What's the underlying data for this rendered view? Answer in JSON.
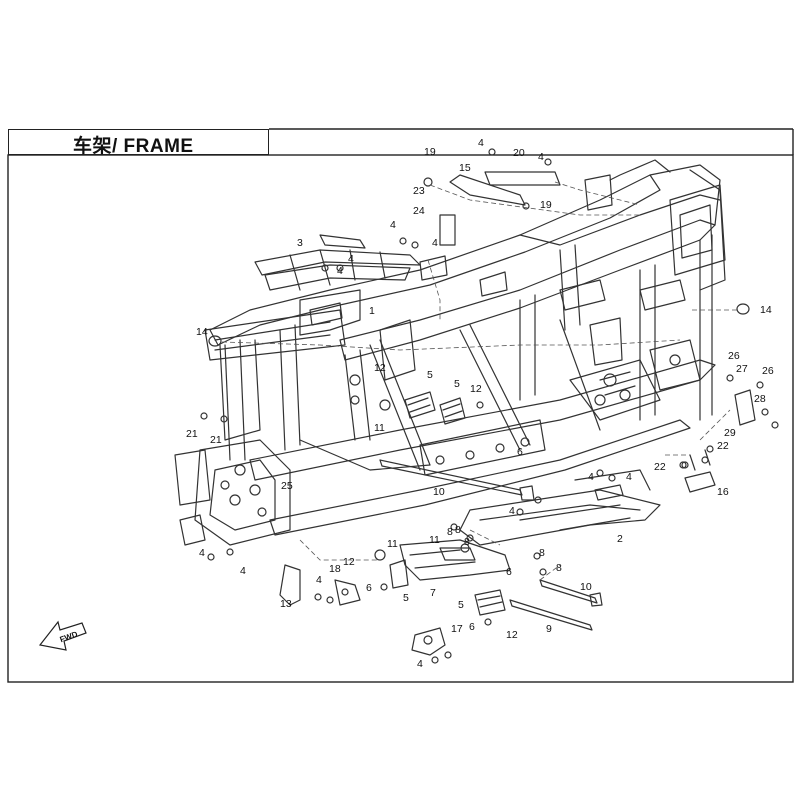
{
  "title": "车架/ FRAME",
  "fwd_label": "FWD",
  "callouts": [
    {
      "id": "c1",
      "label": "1"
    },
    {
      "id": "c2",
      "label": "2"
    },
    {
      "id": "c3",
      "label": "3"
    },
    {
      "id": "c4a",
      "label": "4"
    },
    {
      "id": "c4b",
      "label": "4"
    },
    {
      "id": "c4c",
      "label": "4"
    },
    {
      "id": "c4d",
      "label": "4"
    },
    {
      "id": "c4e",
      "label": "4"
    },
    {
      "id": "c4f",
      "label": "4"
    },
    {
      "id": "c4g",
      "label": "4"
    },
    {
      "id": "c4h",
      "label": "4"
    },
    {
      "id": "c4i",
      "label": "4"
    },
    {
      "id": "c4j",
      "label": "4"
    },
    {
      "id": "c4k",
      "label": "4"
    },
    {
      "id": "c4l",
      "label": "4"
    },
    {
      "id": "c4m",
      "label": "4"
    },
    {
      "id": "c5a",
      "label": "5"
    },
    {
      "id": "c5b",
      "label": "5"
    },
    {
      "id": "c5c",
      "label": "5"
    },
    {
      "id": "c5d",
      "label": "5"
    },
    {
      "id": "c6a",
      "label": "6"
    },
    {
      "id": "c6b",
      "label": "6"
    },
    {
      "id": "c6c",
      "label": "6"
    },
    {
      "id": "c6d",
      "label": "6"
    },
    {
      "id": "c7",
      "label": "7"
    },
    {
      "id": "c8a",
      "label": "8"
    },
    {
      "id": "c8b",
      "label": "8"
    },
    {
      "id": "c8c",
      "label": "8"
    },
    {
      "id": "c8d",
      "label": "8"
    },
    {
      "id": "c8e",
      "label": "8"
    },
    {
      "id": "c9",
      "label": "9"
    },
    {
      "id": "c10a",
      "label": "10"
    },
    {
      "id": "c10b",
      "label": "10"
    },
    {
      "id": "c11a",
      "label": "11"
    },
    {
      "id": "c11b",
      "label": "11"
    },
    {
      "id": "c11c",
      "label": "11"
    },
    {
      "id": "c12a",
      "label": "12"
    },
    {
      "id": "c12b",
      "label": "12"
    },
    {
      "id": "c12c",
      "label": "12"
    },
    {
      "id": "c12d",
      "label": "12"
    },
    {
      "id": "c13",
      "label": "13"
    },
    {
      "id": "c14a",
      "label": "14"
    },
    {
      "id": "c14b",
      "label": "14"
    },
    {
      "id": "c15",
      "label": "15"
    },
    {
      "id": "c16",
      "label": "16"
    },
    {
      "id": "c17",
      "label": "17"
    },
    {
      "id": "c18",
      "label": "18"
    },
    {
      "id": "c19a",
      "label": "19"
    },
    {
      "id": "c19b",
      "label": "19"
    },
    {
      "id": "c20",
      "label": "20"
    },
    {
      "id": "c21a",
      "label": "21"
    },
    {
      "id": "c21b",
      "label": "21"
    },
    {
      "id": "c22a",
      "label": "22"
    },
    {
      "id": "c22b",
      "label": "22"
    },
    {
      "id": "c23",
      "label": "23"
    },
    {
      "id": "c24",
      "label": "24"
    },
    {
      "id": "c25",
      "label": "25"
    },
    {
      "id": "c26a",
      "label": "26"
    },
    {
      "id": "c26b",
      "label": "26"
    },
    {
      "id": "c27",
      "label": "27"
    },
    {
      "id": "c28",
      "label": "28"
    },
    {
      "id": "c29",
      "label": "29"
    }
  ]
}
